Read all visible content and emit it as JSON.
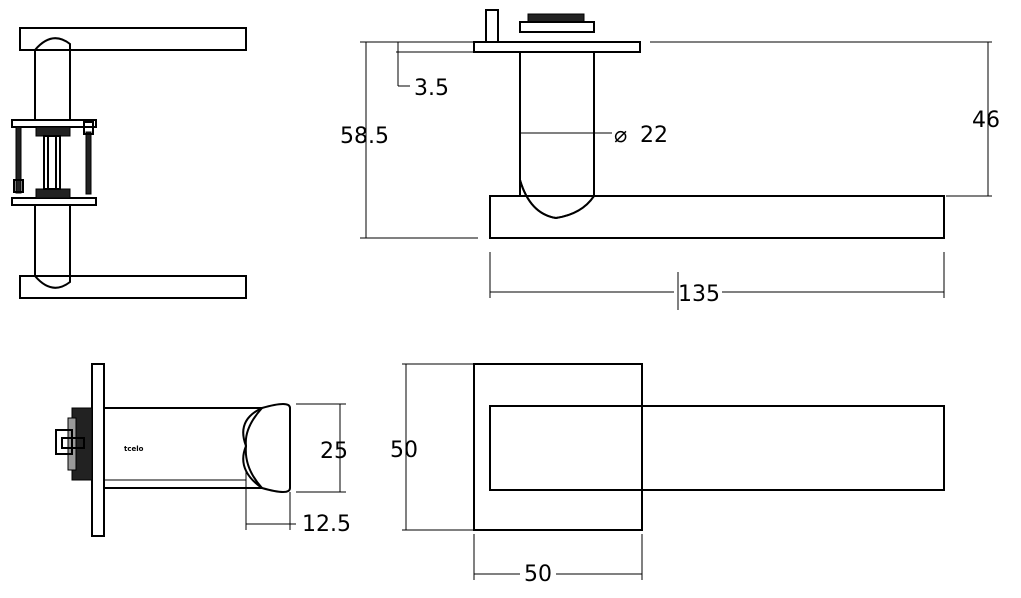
{
  "dimensions": {
    "rose_offset": "3.5",
    "total_height": "58.5",
    "neck_diameter": "22",
    "lever_height": "46",
    "lever_length": "135",
    "end_diameter": "25",
    "end_radius": "12.5",
    "rose_height": "50",
    "rose_width": "50"
  },
  "symbols": {
    "diameter": "⌀"
  }
}
